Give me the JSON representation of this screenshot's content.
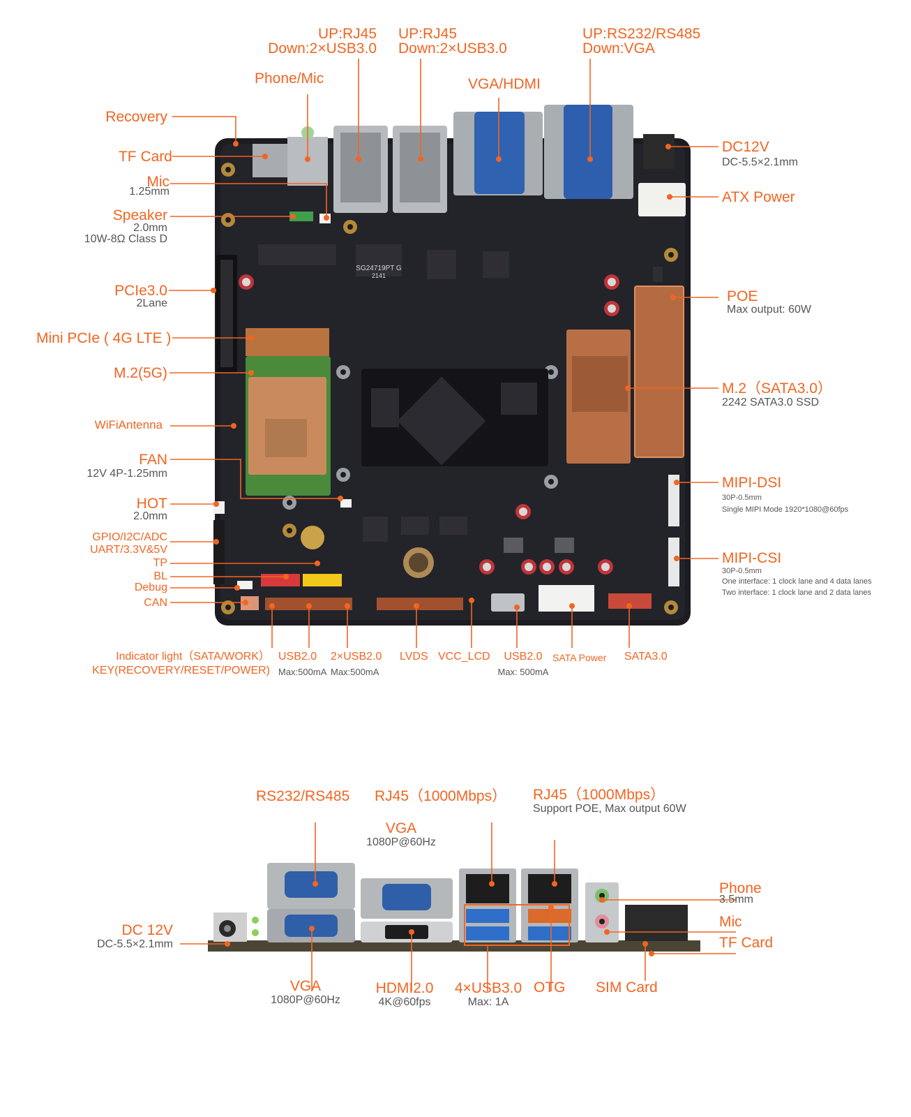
{
  "accent_color": "#f26522",
  "secondary_text_color": "#555555",
  "board_color": "#1c1c22",
  "top_view": {
    "chip_text": [
      "SG24719PT G",
      "2141"
    ],
    "labels": [
      {
        "id": "rj45-usb-1",
        "lines": [
          "UP:RJ45",
          "Down:2×USB3.0"
        ]
      },
      {
        "id": "rj45-usb-2",
        "lines": [
          "UP:RJ45",
          "Down:2×USB3.0"
        ]
      },
      {
        "id": "rs232-vga",
        "lines": [
          "UP:RS232/RS485",
          "Down:VGA"
        ]
      },
      {
        "id": "phone-mic",
        "lines": [
          "Phone/Mic"
        ]
      },
      {
        "id": "vga-hdmi",
        "lines": [
          "VGA/HDMI"
        ]
      },
      {
        "id": "recovery",
        "lines": [
          "Recovery"
        ]
      },
      {
        "id": "tf-card",
        "lines": [
          "TF Card"
        ]
      },
      {
        "id": "mic",
        "lines": [
          "Mic"
        ],
        "sub": [
          "1.25mm"
        ]
      },
      {
        "id": "speaker",
        "lines": [
          "Speaker"
        ],
        "sub": [
          "2.0mm",
          "10W-8Ω Class D"
        ]
      },
      {
        "id": "pcie",
        "lines": [
          "PCIe3.0"
        ],
        "sub": [
          "2Lane"
        ]
      },
      {
        "id": "mini-pcie",
        "lines": [
          "Mini PCIe ( 4G LTE )"
        ]
      },
      {
        "id": "m2-5g",
        "lines": [
          "M.2(5G)"
        ]
      },
      {
        "id": "wifi-antenna",
        "lines": [
          "WiFiAntenna"
        ]
      },
      {
        "id": "fan",
        "lines": [
          "FAN"
        ],
        "sub": [
          "12V 4P-1.25mm"
        ]
      },
      {
        "id": "hot",
        "lines": [
          "HOT"
        ],
        "sub": [
          "2.0mm"
        ]
      },
      {
        "id": "gpio",
        "lines": [
          "GPIO/I2C/ADC",
          "UART/3.3V&5V"
        ]
      },
      {
        "id": "tp",
        "lines": [
          "TP"
        ]
      },
      {
        "id": "bl",
        "lines": [
          "BL"
        ]
      },
      {
        "id": "debug",
        "lines": [
          "Debug"
        ]
      },
      {
        "id": "can",
        "lines": [
          "CAN"
        ]
      },
      {
        "id": "dc12v",
        "lines": [
          "DC12V"
        ],
        "sub": [
          "DC-5.5×2.1mm"
        ]
      },
      {
        "id": "atx-power",
        "lines": [
          "ATX Power"
        ]
      },
      {
        "id": "poe",
        "lines": [
          "POE"
        ],
        "sub": [
          "Max output: 60W"
        ]
      },
      {
        "id": "m2-sata",
        "lines": [
          "M.2（SATA3.0）"
        ],
        "sub": [
          "2242 SATA3.0 SSD"
        ]
      },
      {
        "id": "mipi-dsi",
        "lines": [
          "MIPI-DSI"
        ],
        "sub": [
          "30P-0.5mm",
          "Single MIPI Mode 1920*1080@60fps"
        ]
      },
      {
        "id": "mipi-csi",
        "lines": [
          "MIPI-CSI"
        ],
        "sub": [
          "30P-0.5mm",
          "One interface: 1 clock lane and 4 data lanes",
          "Two interface: 1 clock lane and 2 data lanes"
        ]
      },
      {
        "id": "indicator",
        "lines": [
          "Indicator light（SATA/WORK）",
          "KEY(RECOVERY/RESET/POWER)"
        ]
      },
      {
        "id": "usb20-a",
        "lines": [
          "USB2.0"
        ],
        "sub": [
          "Max:500mA"
        ]
      },
      {
        "id": "usb20-2x",
        "lines": [
          "2×USB2.0"
        ],
        "sub": [
          "Max:500mA"
        ]
      },
      {
        "id": "lvds",
        "lines": [
          "LVDS"
        ]
      },
      {
        "id": "vcc-lcd",
        "lines": [
          "VCC_LCD"
        ]
      },
      {
        "id": "usb20-b",
        "lines": [
          "USB2.0"
        ],
        "sub": [
          "Max: 500mA"
        ]
      },
      {
        "id": "sata-power",
        "lines": [
          "SATA Power"
        ]
      },
      {
        "id": "sata30",
        "lines": [
          "SATA3.0"
        ]
      }
    ]
  },
  "side_view": {
    "labels": [
      {
        "id": "side-rs232",
        "lines": [
          "RS232/RS485"
        ]
      },
      {
        "id": "side-rj45-1",
        "lines": [
          "RJ45（1000Mbps）"
        ]
      },
      {
        "id": "side-rj45-2",
        "lines": [
          "RJ45（1000Mbps）"
        ],
        "sub": [
          "Support POE, Max output 60W"
        ]
      },
      {
        "id": "side-vga-top",
        "lines": [
          "VGA"
        ],
        "sub": [
          "1080P@60Hz"
        ]
      },
      {
        "id": "side-phone",
        "lines": [
          "Phone"
        ],
        "sub": [
          "3.5mm"
        ]
      },
      {
        "id": "side-mic",
        "lines": [
          "Mic"
        ]
      },
      {
        "id": "side-tf",
        "lines": [
          "TF Card"
        ]
      },
      {
        "id": "side-dc",
        "lines": [
          "DC 12V"
        ],
        "sub": [
          "DC-5.5×2.1mm"
        ]
      },
      {
        "id": "side-vga-bot",
        "lines": [
          "VGA"
        ],
        "sub": [
          "1080P@60Hz"
        ]
      },
      {
        "id": "side-hdmi",
        "lines": [
          "HDMI2.0"
        ],
        "sub": [
          "4K@60fps"
        ]
      },
      {
        "id": "side-usb30",
        "lines": [
          "4×USB3.0"
        ],
        "sub": [
          "Max: 1A"
        ]
      },
      {
        "id": "side-otg",
        "lines": [
          "OTG"
        ]
      },
      {
        "id": "side-sim",
        "lines": [
          "SIM Card"
        ]
      }
    ]
  }
}
